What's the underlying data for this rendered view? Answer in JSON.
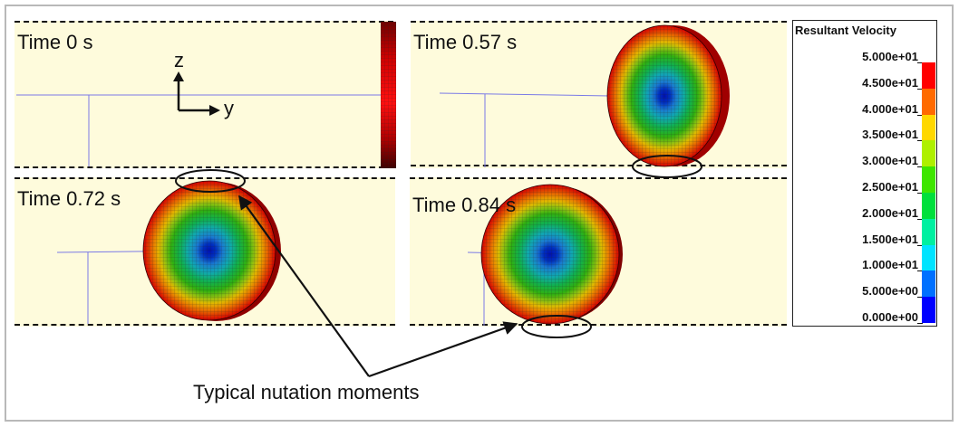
{
  "figure": {
    "caption": "Typical nutation moments",
    "axes_indicator": {
      "vertical_label": "z",
      "horizontal_label": "y"
    },
    "panels": [
      {
        "id": "p1",
        "time_label": "Time 0 s"
      },
      {
        "id": "p2",
        "time_label": "Time 0.57 s"
      },
      {
        "id": "p3",
        "time_label": "Time 0.72 s"
      },
      {
        "id": "p4",
        "time_label": "Time 0.84 s"
      }
    ],
    "legend": {
      "title": "Resultant Velocity",
      "ticks": [
        "5.000e+01",
        "4.500e+01",
        "4.000e+01",
        "3.500e+01",
        "3.000e+01",
        "2.500e+01",
        "2.000e+01",
        "1.500e+01",
        "1.000e+01",
        "5.000e+00",
        "0.000e+00"
      ],
      "colors": [
        "#ff0000",
        "#ff6a00",
        "#ffd800",
        "#aef000",
        "#3ee600",
        "#00e03c",
        "#00f0a0",
        "#00e4ff",
        "#0070ff",
        "#0000ff"
      ]
    },
    "colors": {
      "panel_background": "#fefbdc",
      "guide_line": "#7a7ae6",
      "frame_border": "#b9b9b9"
    }
  }
}
